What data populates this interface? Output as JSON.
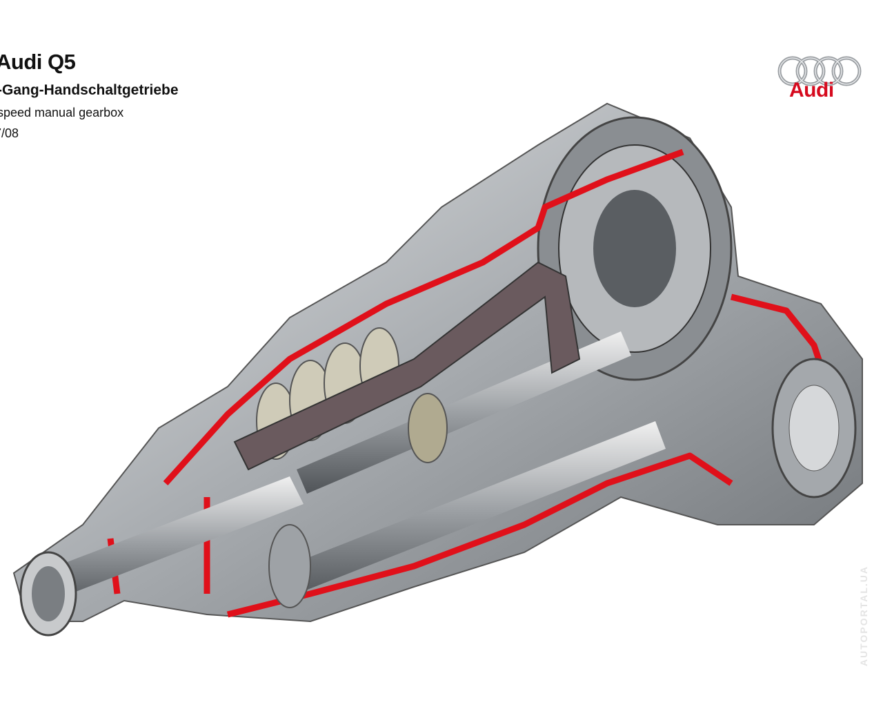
{
  "caption": {
    "title": "Audi Q5",
    "subtitle_de": "-Gang-Handschaltgetriebe",
    "subtitle_en": "speed manual gearbox",
    "date": "7/08"
  },
  "logo": {
    "text": "Audi",
    "color": "#d60a1e"
  },
  "watermark": "AUTOPORTAL.UA",
  "colors": {
    "housing": "#b8bcc0",
    "cutaway": "#e0101a",
    "internals": "#6a5a5e"
  }
}
